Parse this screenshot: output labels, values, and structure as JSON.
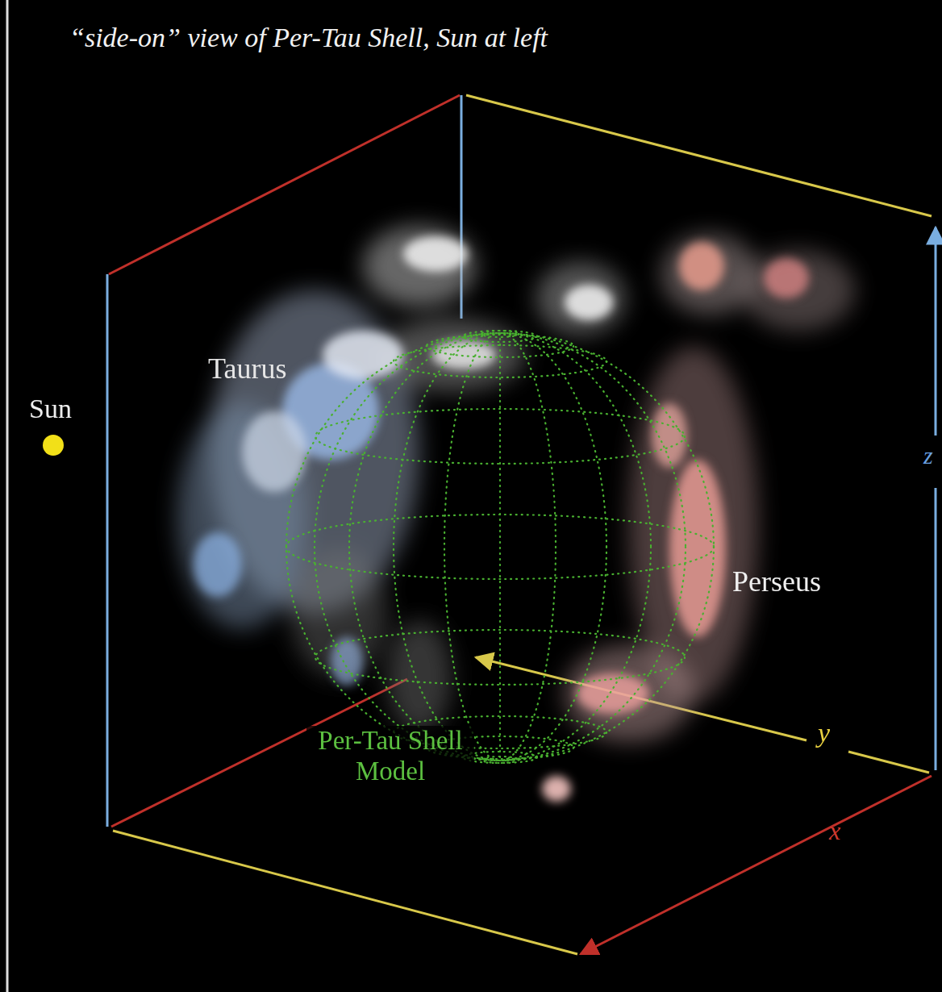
{
  "diagram": {
    "title": "“side-on” view of Per-Tau Shell, Sun at left",
    "labels": [
      "Sun",
      "Taurus",
      "Perseus",
      "Per-Tau Shell Model",
      "x",
      "y",
      "z"
    ]
  }
}
